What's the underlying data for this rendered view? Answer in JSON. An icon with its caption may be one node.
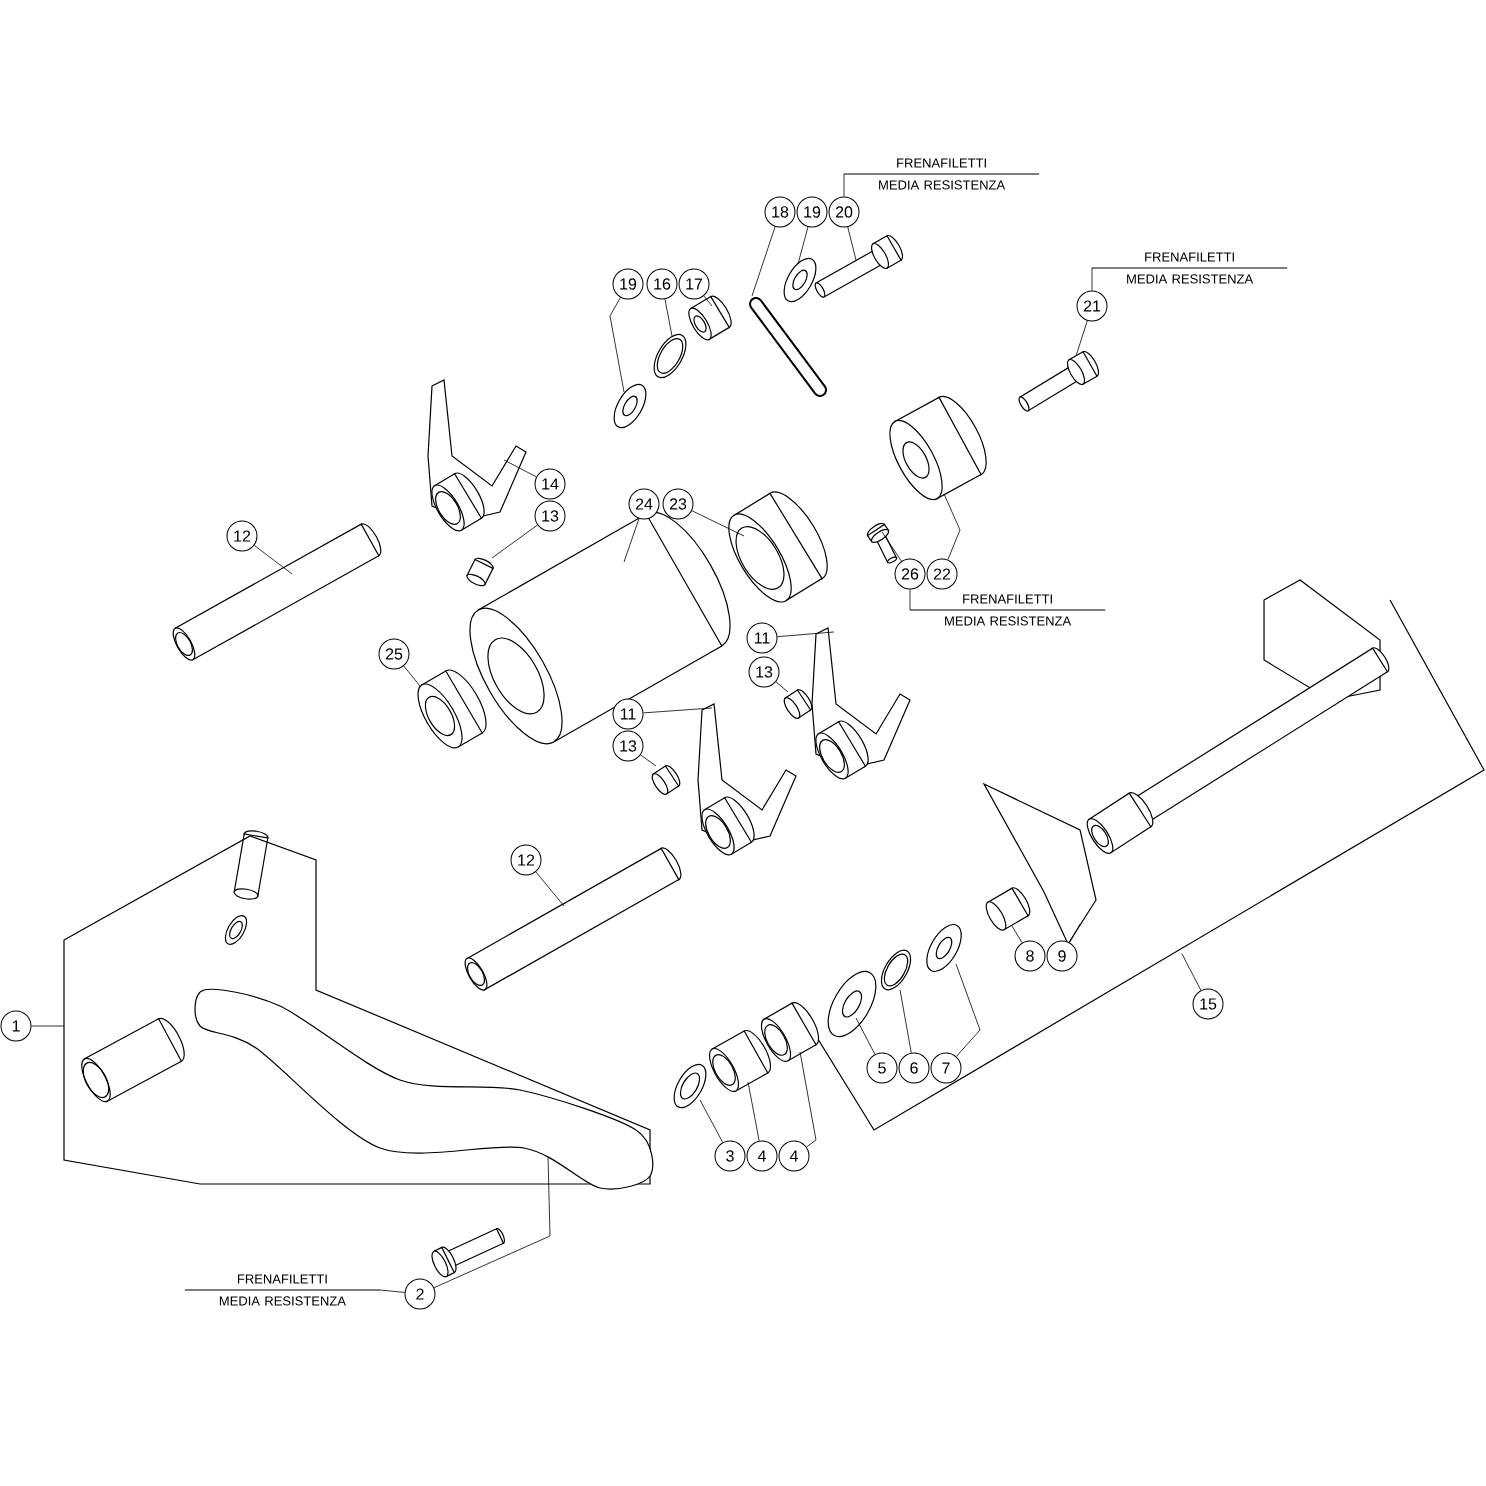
{
  "diagram": {
    "nodes": [
      {
        "text": [
          "FRENAFILETTI",
          "MEDIA RESISTENZA"
        ]
      },
      {
        "text": [
          "18"
        ]
      },
      {
        "text": [
          "19"
        ]
      },
      {
        "text": [
          "20"
        ]
      },
      {
        "text": [
          "FRENAFILETTI",
          "MEDIA RESISTENZA"
        ]
      },
      {
        "text": [
          "19"
        ]
      },
      {
        "text": [
          "16"
        ]
      },
      {
        "text": [
          "17"
        ]
      },
      {
        "text": [
          "21"
        ]
      },
      {
        "text": [
          "14"
        ]
      },
      {
        "text": [
          "24"
        ]
      },
      {
        "text": [
          "23"
        ]
      },
      {
        "text": [
          "13"
        ]
      },
      {
        "text": [
          "12"
        ]
      },
      {
        "text": [
          "26"
        ]
      },
      {
        "text": [
          "22"
        ]
      },
      {
        "text": [
          "FRENAFILETTI",
          "MEDIA RESISTENZA"
        ]
      },
      {
        "text": [
          "11"
        ]
      },
      {
        "text": [
          "25"
        ]
      },
      {
        "text": [
          "13"
        ]
      },
      {
        "text": [
          "11"
        ]
      },
      {
        "text": [
          "13"
        ]
      },
      {
        "text": [
          "12"
        ]
      },
      {
        "text": [
          "8"
        ]
      },
      {
        "text": [
          "9"
        ]
      },
      {
        "text": [
          "15"
        ]
      },
      {
        "text": [
          "1"
        ]
      },
      {
        "text": [
          "5"
        ]
      },
      {
        "text": [
          "6"
        ]
      },
      {
        "text": [
          "7"
        ]
      },
      {
        "text": [
          "3"
        ]
      },
      {
        "text": [
          "4"
        ]
      },
      {
        "text": [
          "4"
        ]
      },
      {
        "text": [
          "FRENAFILETTI",
          "MEDIA RESISTENZA"
        ]
      },
      {
        "text": [
          "2"
        ]
      },
      {
        "text": [],
        "shape": "picture"
      },
      {
        "text": [],
        "shape": "picture"
      },
      {
        "text": [],
        "shape": "picture"
      },
      {
        "text": [],
        "shape": "picture"
      },
      {
        "text": [],
        "shape": "picture"
      },
      {
        "text": [],
        "shape": "picture"
      },
      {
        "text": [],
        "shape": "picture"
      },
      {
        "text": [],
        "shape": "picture"
      },
      {
        "text": [],
        "shape": "picture"
      },
      {
        "text": [],
        "shape": "picture"
      },
      {
        "text": [],
        "shape": "picture"
      },
      {
        "text": [],
        "shape": "picture"
      },
      {
        "text": [],
        "shape": "picture"
      },
      {
        "text": [],
        "shape": "picture"
      },
      {
        "text": [],
        "shape": "picture"
      },
      {
        "text": [],
        "shape": "picture"
      },
      {
        "text": [],
        "shape": "picture"
      },
      {
        "text": [],
        "shape": "picture"
      },
      {
        "text": [],
        "shape": "picture"
      },
      {
        "text": [],
        "shape": "picture"
      },
      {
        "text": [],
        "shape": "picture"
      },
      {
        "text": [],
        "shape": "picture"
      },
      {
        "text": [],
        "shape": "picture"
      },
      {
        "text": [],
        "shape": "picture"
      },
      {
        "text": [],
        "shape": "picture"
      },
      {
        "text": [],
        "shape": "picture"
      },
      {
        "text": [],
        "shape": "picture"
      },
      {
        "text": [],
        "shape": "picture"
      },
      {
        "text": [],
        "shape": "box"
      },
      {
        "text": [],
        "shape": "picture",
        "in": 63
      }
    ],
    "edges": [
      {
        "from": 1,
        "to": 36,
        "arrow": "none"
      },
      {
        "from": 2,
        "to": 35,
        "arrow": "none"
      },
      {
        "from": 3,
        "to": 0,
        "arrow": "none"
      },
      {
        "from": 3,
        "to": 37,
        "arrow": "none"
      },
      {
        "from": 8,
        "to": 4,
        "arrow": "none"
      },
      {
        "from": 8,
        "to": 41,
        "arrow": "none"
      },
      {
        "from": 5,
        "to": 40,
        "arrow": "none"
      },
      {
        "from": 6,
        "to": 39,
        "arrow": "none"
      },
      {
        "from": 7,
        "to": 38,
        "arrow": "none"
      },
      {
        "from": 9,
        "to": 43,
        "arrow": "none"
      },
      {
        "from": 10,
        "to": 45,
        "arrow": "none"
      },
      {
        "from": 11,
        "to": 46,
        "arrow": "none"
      },
      {
        "from": 12,
        "to": 44,
        "arrow": "none"
      },
      {
        "from": 13,
        "to": 48,
        "arrow": "none"
      },
      {
        "from": 14,
        "to": 16,
        "arrow": "none"
      },
      {
        "from": 14,
        "to": 47,
        "arrow": "none"
      },
      {
        "from": 15,
        "to": 42,
        "arrow": "none"
      },
      {
        "from": 17,
        "to": 49,
        "arrow": "none"
      },
      {
        "from": 18,
        "to": 50,
        "arrow": "none"
      },
      {
        "from": 19,
        "to": 51,
        "arrow": "none"
      },
      {
        "from": 20,
        "to": 52,
        "arrow": "none"
      },
      {
        "from": 21,
        "to": 53,
        "arrow": "none"
      },
      {
        "from": 22,
        "to": 54,
        "arrow": "none"
      },
      {
        "from": 23,
        "to": 55,
        "arrow": "none"
      },
      {
        "from": 24,
        "to": 56,
        "arrow": "none"
      },
      {
        "from": 25,
        "to": null,
        "arrow": "none"
      },
      {
        "from": 26,
        "to": 63,
        "arrow": "none"
      },
      {
        "from": 27,
        "to": 57,
        "arrow": "none"
      },
      {
        "from": 28,
        "to": 58,
        "arrow": "none"
      },
      {
        "from": 29,
        "to": 59,
        "arrow": "none"
      },
      {
        "from": 30,
        "to": 60,
        "arrow": "none"
      },
      {
        "from": 31,
        "to": 61,
        "arrow": "none"
      },
      {
        "from": 32,
        "to": 62,
        "arrow": "none"
      },
      {
        "from": 34,
        "to": 33,
        "arrow": "none"
      },
      {
        "from": 34,
        "to": 64,
        "arrow": "none"
      }
    ]
  }
}
